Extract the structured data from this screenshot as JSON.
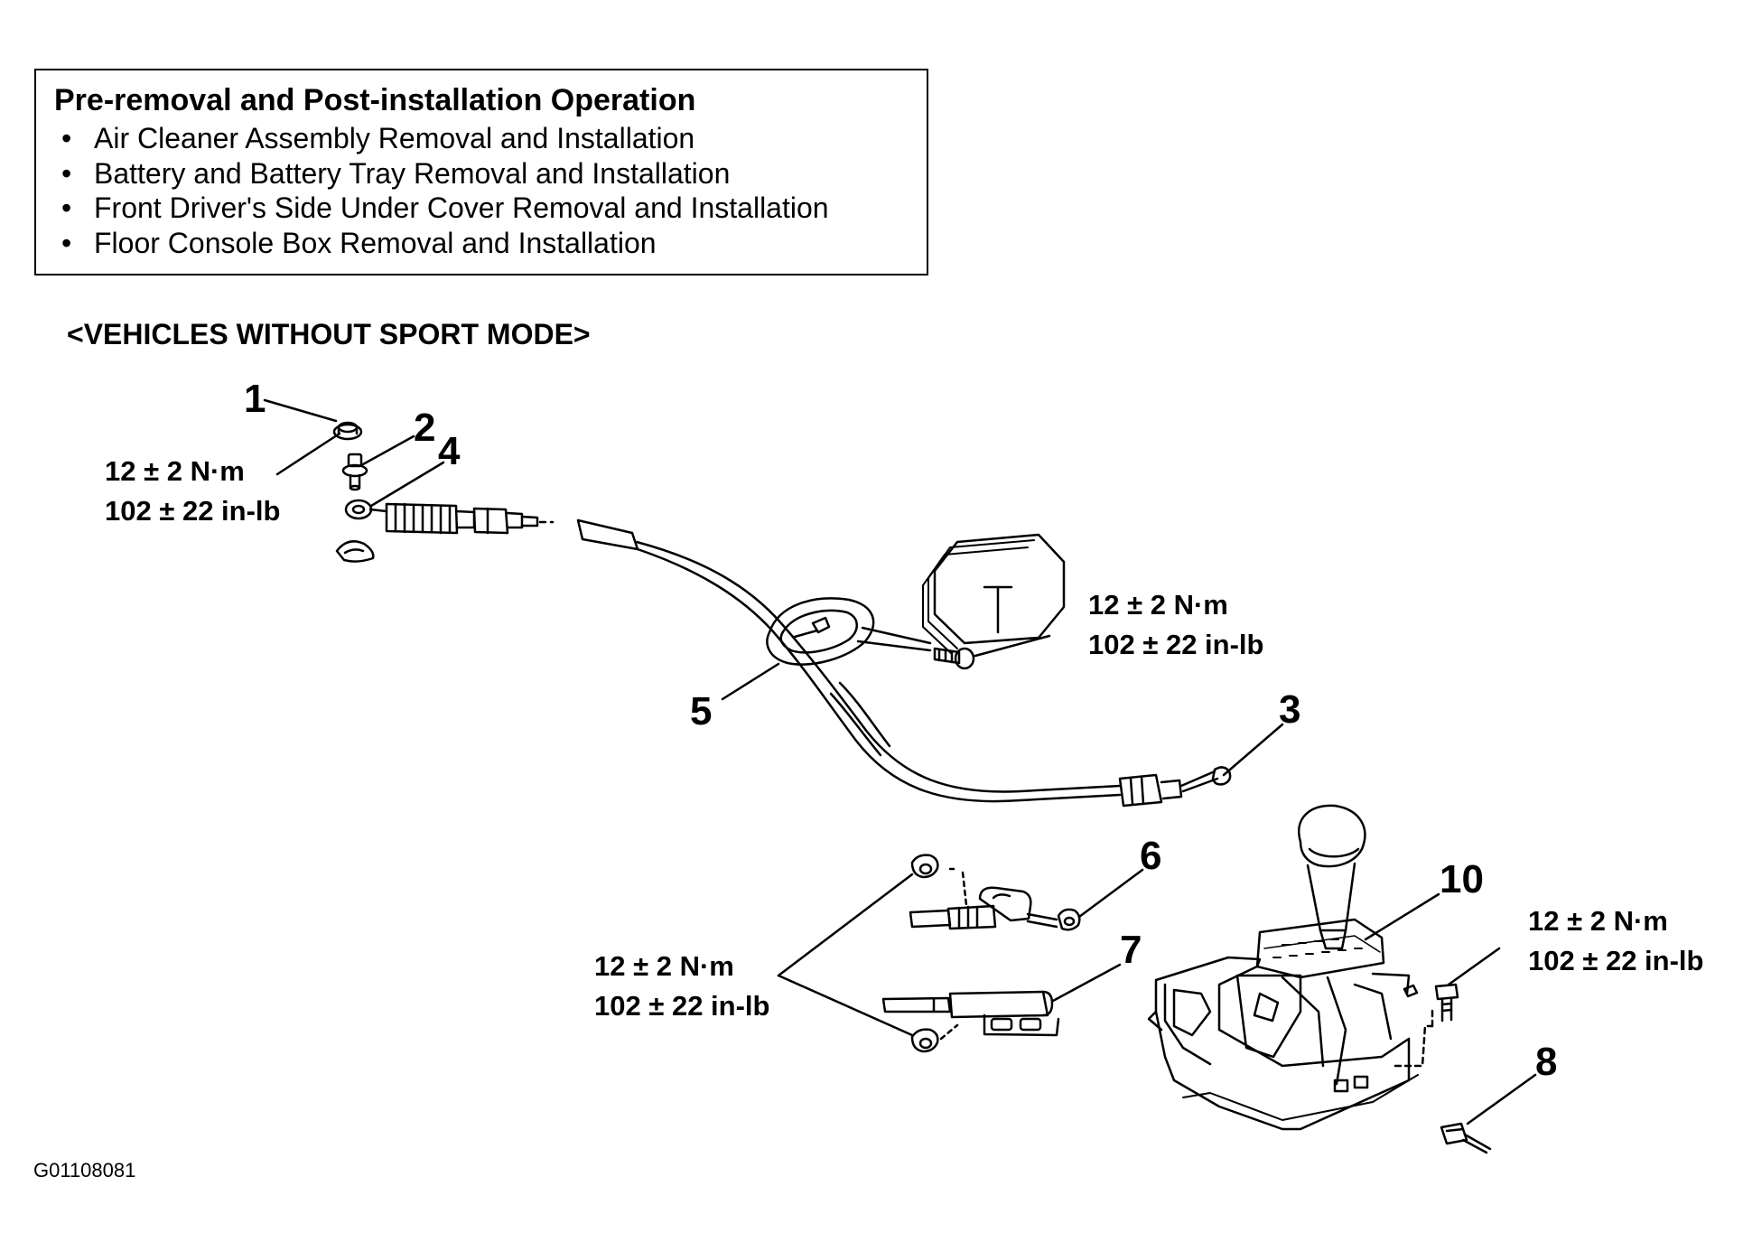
{
  "operation_box": {
    "title": "Pre-removal and Post-installation Operation",
    "bullet": "•",
    "items": [
      {
        "label": "Air Cleaner Assembly Removal and Installation"
      },
      {
        "label": "Battery and Battery Tray Removal and Installation"
      },
      {
        "label": "Front Driver's Side Under Cover Removal and Installation"
      },
      {
        "label": "Floor Console Box Removal and Installation"
      }
    ]
  },
  "section_heading": "<VEHICLES WITHOUT SPORT MODE>",
  "callouts": {
    "c1": "1",
    "c2": "2",
    "c3": "3",
    "c4": "4",
    "c5": "5",
    "c6": "6",
    "c7": "7",
    "c8": "8",
    "c10": "10"
  },
  "torque_specs": {
    "left": {
      "metric": "12 ± 2 N·m",
      "imperial": "102 ± 22 in-lb"
    },
    "bracket": {
      "metric": "12 ± 2 N·m",
      "imperial": "102 ± 22 in-lb"
    },
    "lower": {
      "metric": "12 ± 2 N·m",
      "imperial": "102 ± 22 in-lb"
    },
    "right": {
      "metric": "12 ± 2 N·m",
      "imperial": "102 ± 22 in-lb"
    }
  },
  "figure_id": "G01108081"
}
